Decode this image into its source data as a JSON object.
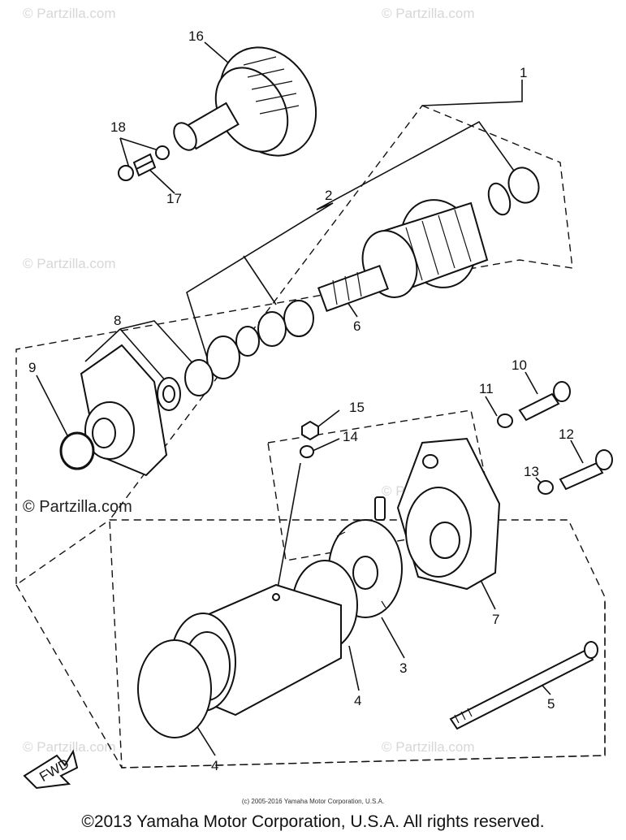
{
  "watermark": "© Partzilla.com",
  "callouts": {
    "c1": "1",
    "c2": "2",
    "c3": "3",
    "c4a": "4",
    "c4b": "4",
    "c5": "5",
    "c6": "6",
    "c7": "7",
    "c8": "8",
    "c9": "9",
    "c10": "10",
    "c11": "11",
    "c12": "12",
    "c13": "13",
    "c14": "14",
    "c15": "15",
    "c16": "16",
    "c17": "17",
    "c18": "18"
  },
  "fwd_label": "FWD",
  "small_credit": "(c) 2005-2016 Yamaha Motor Corporation, U.S.A.",
  "footer": "©2013 Yamaha Motor Corporation, U.S.A. All rights reserved."
}
